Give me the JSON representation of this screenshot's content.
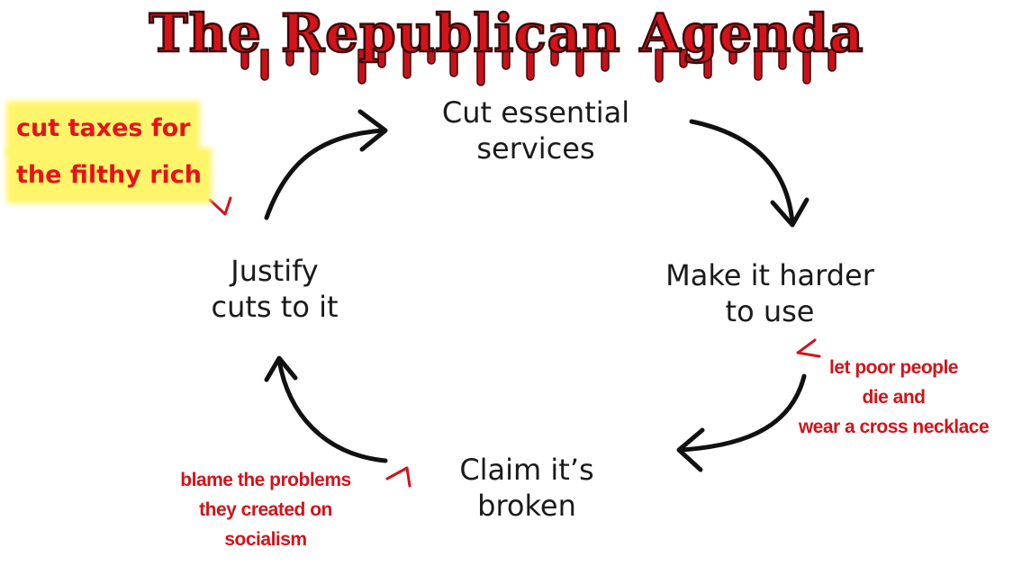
{
  "title": "The Republican Agenda",
  "cycle": {
    "top": {
      "line1": "Cut essential",
      "line2": "services"
    },
    "right": {
      "line1": "Make it harder",
      "line2": "to use"
    },
    "bottom": {
      "line1": "Claim it’s",
      "line2": "broken"
    },
    "left": {
      "line1": "Justify",
      "line2": "cuts to it"
    }
  },
  "annotations": {
    "taxes": {
      "line1": "cut taxes for",
      "line2": "the filthy rich"
    },
    "poor": {
      "line1": "let poor people",
      "line2": "die and",
      "line3": "wear a cross necklace"
    },
    "blame": {
      "line1": "blame the problems",
      "line2": "they created on",
      "line3": "socialism"
    }
  },
  "colors": {
    "title_red": "#d4141a",
    "annotation_red": "#d0141a",
    "highlight_yellow": "#fff56a",
    "arrow": "#111111"
  }
}
